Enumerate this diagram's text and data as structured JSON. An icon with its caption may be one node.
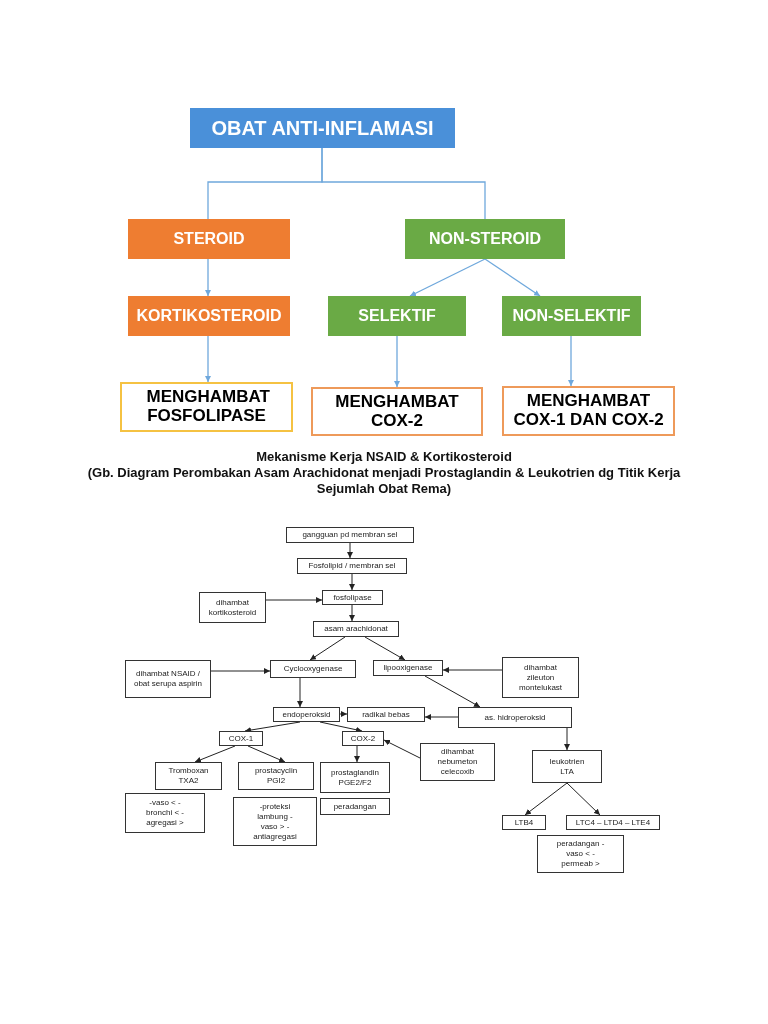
{
  "diagram": {
    "nodes": [
      {
        "text": [
          "OBAT ANTI-INFLAMASI"
        ]
      },
      {
        "text": [
          "STEROID"
        ]
      },
      {
        "text": [
          "NON-STEROID"
        ]
      },
      {
        "text": [
          "KORTIKOSTEROID"
        ]
      },
      {
        "text": [
          "SELEKTIF"
        ]
      },
      {
        "text": [
          "NON-SELEKTIF"
        ]
      },
      {
        "text": [
          "MENGHAMBAT FOSFOLIPASE"
        ]
      },
      {
        "text": [
          "MENGHAMBAT COX-2"
        ]
      },
      {
        "text": [
          "MENGHAMBAT COX-1 DAN COX-2"
        ]
      },
      {
        "text": [
          "gangguan pd membran sel"
        ]
      },
      {
        "text": [
          "Fosfolipid / membran sel"
        ]
      },
      {
        "text": [
          "dihambat kortikosteroid"
        ]
      },
      {
        "text": [
          "fosfolipase"
        ]
      },
      {
        "text": [
          "asam arachidonat"
        ]
      },
      {
        "text": [
          "dihambat NSAID / obat serupa aspirin"
        ]
      },
      {
        "text": [
          "Cyclooxygenase"
        ]
      },
      {
        "text": [
          "lipooxigenase"
        ]
      },
      {
        "text": [
          "dihambat zileuton montelukast"
        ]
      },
      {
        "text": [
          "endoperoksid"
        ]
      },
      {
        "text": [
          "radikal bebas"
        ]
      },
      {
        "text": [
          "as. hidroperoksid"
        ]
      },
      {
        "text": [
          "COX-1"
        ]
      },
      {
        "text": [
          "COX-2"
        ]
      },
      {
        "text": [
          "dihambat nebumeton celecoxib"
        ]
      },
      {
        "text": [
          "Tromboxan TXA2"
        ]
      },
      {
        "text": [
          "prostacyclin PGI2"
        ]
      },
      {
        "text": [
          "prostaglandin PGE2/F2"
        ]
      },
      {
        "text": [
          "-vaso < -bronchi < -agregasi >"
        ]
      },
      {
        "text": [
          "-proteksi lambung -vaso > -antiagregasi"
        ]
      },
      {
        "text": [
          "peradangan"
        ]
      },
      {
        "text": [
          "leukotrien LTA"
        ]
      },
      {
        "text": [
          "LTB4"
        ]
      },
      {
        "text": [
          "LTC4 – LTD4 – LTE4"
        ]
      },
      {
        "text": [
          "peradangan -vaso < -permeab >"
        ]
      }
    ],
    "edges": [
      {
        "from": 0,
        "to": 1,
        "arrow": "none",
        "color": "#6fa8dc"
      },
      {
        "from": 0,
        "to": 2,
        "arrow": "none",
        "color": "#6fa8dc"
      },
      {
        "from": 1,
        "to": 3,
        "arrow": "to",
        "color": "#6fa8dc"
      },
      {
        "from": 2,
        "to": 4,
        "arrow": "to",
        "color": "#6fa8dc"
      },
      {
        "from": 2,
        "to": 5,
        "arrow": "to",
        "color": "#6fa8dc"
      },
      {
        "from": 3,
        "to": 6,
        "arrow": "to",
        "color": "#6fa8dc"
      },
      {
        "from": 4,
        "to": 7,
        "arrow": "to",
        "color": "#6fa8dc"
      },
      {
        "from": 5,
        "to": 8,
        "arrow": "to",
        "color": "#6fa8dc"
      },
      {
        "from": 9,
        "to": 10,
        "arrow": "to"
      },
      {
        "from": 10,
        "to": 12,
        "arrow": "to"
      },
      {
        "from": 11,
        "to": 12,
        "arrow": "to"
      },
      {
        "from": 12,
        "to": 13,
        "arrow": "to"
      },
      {
        "from": 13,
        "to": 15,
        "arrow": "to"
      },
      {
        "from": 13,
        "to": 16,
        "arrow": "to"
      },
      {
        "from": 14,
        "to": 15,
        "arrow": "to"
      },
      {
        "from": 16,
        "to": 20,
        "arrow": "to"
      },
      {
        "from": 17,
        "to": 16,
        "arrow": "to"
      },
      {
        "from": 15,
        "to": 18,
        "arrow": "to"
      },
      {
        "from": 18,
        "to": 19,
        "arrow": "to"
      },
      {
        "from": 20,
        "to": 19,
        "arrow": "to"
      },
      {
        "from": 18,
        "to": 21,
        "arrow": "to"
      },
      {
        "from": 18,
        "to": 22,
        "arrow": "to"
      },
      {
        "from": 23,
        "to": 22,
        "arrow": "to"
      },
      {
        "from": 21,
        "to": 24,
        "arrow": "to"
      },
      {
        "from": 21,
        "to": 25,
        "arrow": "to"
      },
      {
        "from": 22,
        "to": 26,
        "arrow": "to"
      },
      {
        "from": 20,
        "to": 30,
        "arrow": "to"
      },
      {
        "from": 30,
        "to": 31,
        "arrow": "to"
      },
      {
        "from": 30,
        "to": 32,
        "arrow": "to"
      }
    ],
    "labels": [
      "Mekanisme Kerja NSAID & Kortikosteroid",
      "(Gb. Diagram Perombakan Asam Arachidonat menjadi Prostaglandin & Leukotrien dg Titik Kerja Sejumlah Obat Rema)"
    ]
  }
}
